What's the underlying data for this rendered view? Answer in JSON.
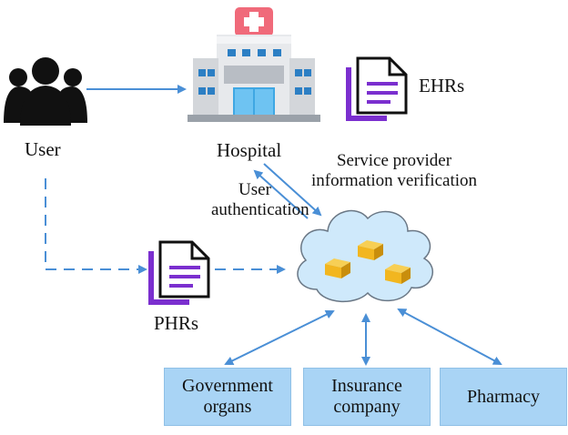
{
  "labels": {
    "user": "User",
    "hospital": "Hospital",
    "ehrs": "EHRs",
    "phrs": "PHRs",
    "user_auth_line1": "User",
    "user_auth_line2": "authentication",
    "verify_line1": "Service provider",
    "verify_line2": "information verification"
  },
  "boxes": [
    {
      "label": "Government\norgans"
    },
    {
      "label": "Insurance\ncompany"
    },
    {
      "label": "Pharmacy"
    }
  ],
  "icons": {
    "user": "users-icon",
    "hospital": "hospital-building-icon",
    "document": "document-icon",
    "cloud": "cloud-icon",
    "storage": "data-block-icon"
  },
  "colors": {
    "arrow": "#4a8fd6",
    "box_fill": "#a9d4f5",
    "cloud_fill": "#cfe9fb",
    "doc_accent": "#7b2fcf",
    "block": "#f2b61f",
    "hospital_cross_bg": "#f06a7a"
  }
}
